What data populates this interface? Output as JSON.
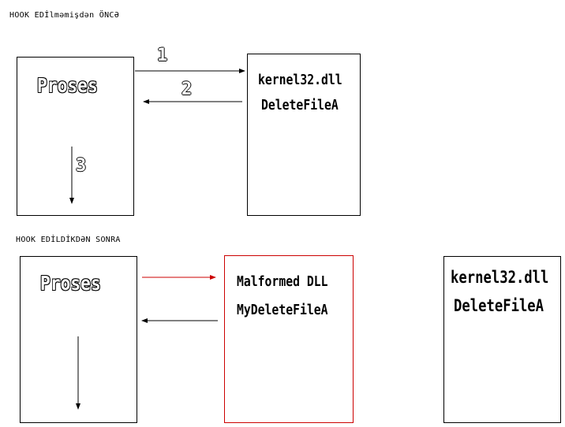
{
  "before": {
    "title": "HOOK EDİlməmişdən ÖNCƏ",
    "process_label": "Proses",
    "dll_line1": "kernel32.dll",
    "dll_line2": "DeleteFileA",
    "step1": "1",
    "step2": "2",
    "step3": "3"
  },
  "after": {
    "title": "HOOK EDİLDİKDƏN SONRA",
    "process_label": "Proses",
    "malformed_line1": "Malformed DLL",
    "malformed_line2": "MyDeleteFileA",
    "dll_line1": "kernel32.dll",
    "dll_line2": "DeleteFileA"
  },
  "colors": {
    "hook_accent": "#cc0000",
    "line": "#000000"
  }
}
